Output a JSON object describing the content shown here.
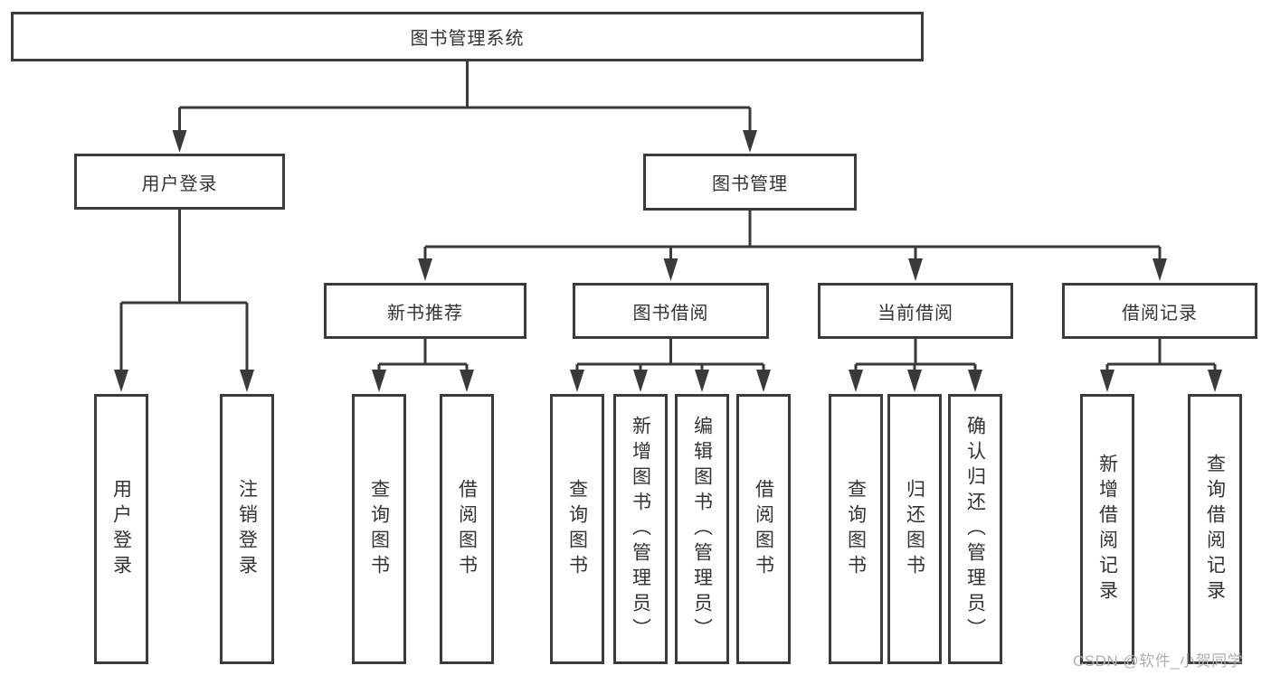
{
  "colors": {
    "line": "#3a3a3a",
    "border": "#3b3b3b",
    "text": "#333333",
    "watermark": "#aab0b5",
    "background": "#ffffff"
  },
  "watermark": "CSDN @软件_小贺同学",
  "tree": {
    "root": {
      "label": "图书管理系统"
    },
    "branches": [
      {
        "label": "用户登录",
        "children": [
          {
            "label": "用户登录"
          },
          {
            "label": "注销登录"
          }
        ]
      },
      {
        "label": "图书管理",
        "children": [
          {
            "label": "新书推荐",
            "children": [
              {
                "label": "查询图书"
              },
              {
                "label": "借阅图书"
              }
            ]
          },
          {
            "label": "图书借阅",
            "children": [
              {
                "label": "查询图书"
              },
              {
                "label": "新增图书（管理员）"
              },
              {
                "label": "编辑图书（管理员）"
              },
              {
                "label": "借阅图书"
              }
            ]
          },
          {
            "label": "当前借阅",
            "children": [
              {
                "label": "查询图书"
              },
              {
                "label": "归还图书"
              },
              {
                "label": "确认归还（管理员）"
              }
            ]
          },
          {
            "label": "借阅记录",
            "children": [
              {
                "label": "新增借阅记录"
              },
              {
                "label": "查询借阅记录"
              }
            ]
          }
        ]
      }
    ]
  }
}
